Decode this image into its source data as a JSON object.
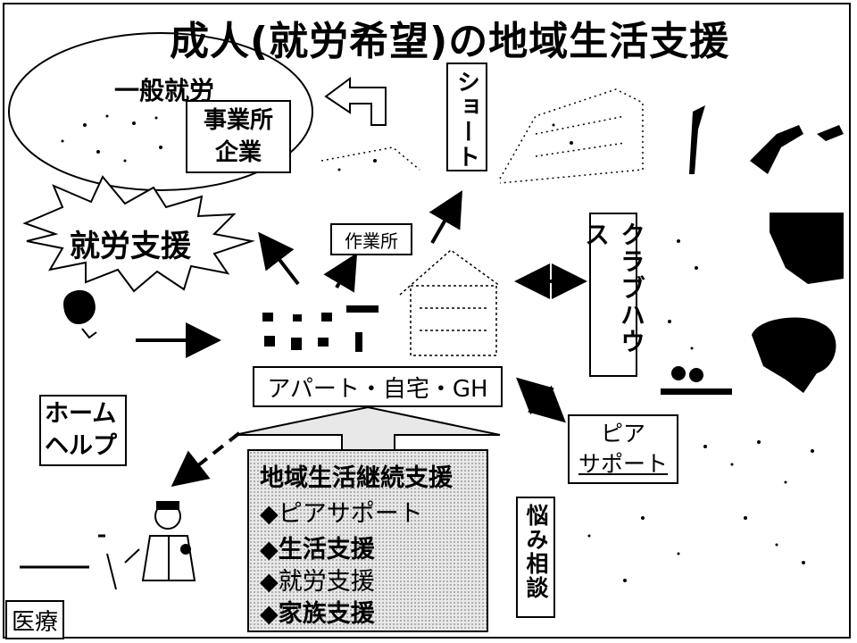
{
  "title": "成人(就労希望)の地域生活支援",
  "general_employment": {
    "label": "一般就労",
    "box": [
      "事業所",
      "企業"
    ]
  },
  "short_stay": "ショート",
  "employment_support_burst": "就労支援",
  "workshop": "作業所",
  "clubhouse": "クラブハウス",
  "residence": "アパート・自宅・GH",
  "home_help": [
    "ホーム",
    "ヘルプ"
  ],
  "peer_support_box": [
    "ピア",
    "サポート"
  ],
  "continuous_support": {
    "heading": "地域生活継続支援",
    "items": [
      "◆ピアサポート",
      "◆生活支援",
      "◆就労支援",
      "◆家族支援"
    ]
  },
  "consultation": "悩み相談",
  "medical": "医療",
  "colors": {
    "ink": "#000000",
    "panel": "#e8e8e8",
    "background": "#ffffff"
  }
}
